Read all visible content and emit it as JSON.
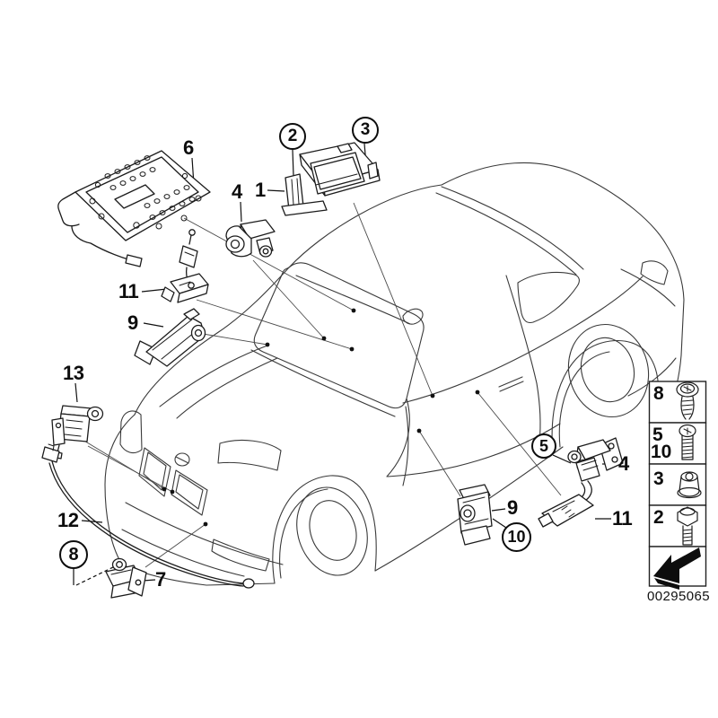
{
  "figure": {
    "code": "00295065"
  },
  "callouts": [
    {
      "label": "6",
      "style": "plain"
    },
    {
      "label": "2",
      "style": "circled"
    },
    {
      "label": "3",
      "style": "circled"
    },
    {
      "label": "1",
      "style": "plain"
    },
    {
      "label": "4",
      "style": "plain"
    },
    {
      "label": "11",
      "style": "plain"
    },
    {
      "label": "9",
      "style": "plain"
    },
    {
      "label": "13",
      "style": "plain"
    },
    {
      "label": "12",
      "style": "plain"
    },
    {
      "label": "8",
      "style": "circled"
    },
    {
      "label": "7",
      "style": "plain"
    },
    {
      "label": "5",
      "style": "circled"
    },
    {
      "label": "4",
      "style": "plain"
    },
    {
      "label": "9",
      "style": "plain"
    },
    {
      "label": "10",
      "style": "circled"
    },
    {
      "label": "11",
      "style": "plain"
    }
  ],
  "fastener_panel": {
    "cells": [
      {
        "labels": [
          "8"
        ],
        "icon": "tapping-screw-icon"
      },
      {
        "labels": [
          "5",
          "10"
        ],
        "icon": "machine-screw-icon"
      },
      {
        "labels": [
          "3"
        ],
        "icon": "hex-nut-icon"
      },
      {
        "labels": [
          "2"
        ],
        "icon": "hex-bolt-icon"
      },
      {
        "labels": [],
        "icon": "direction-arrow-icon"
      }
    ]
  }
}
